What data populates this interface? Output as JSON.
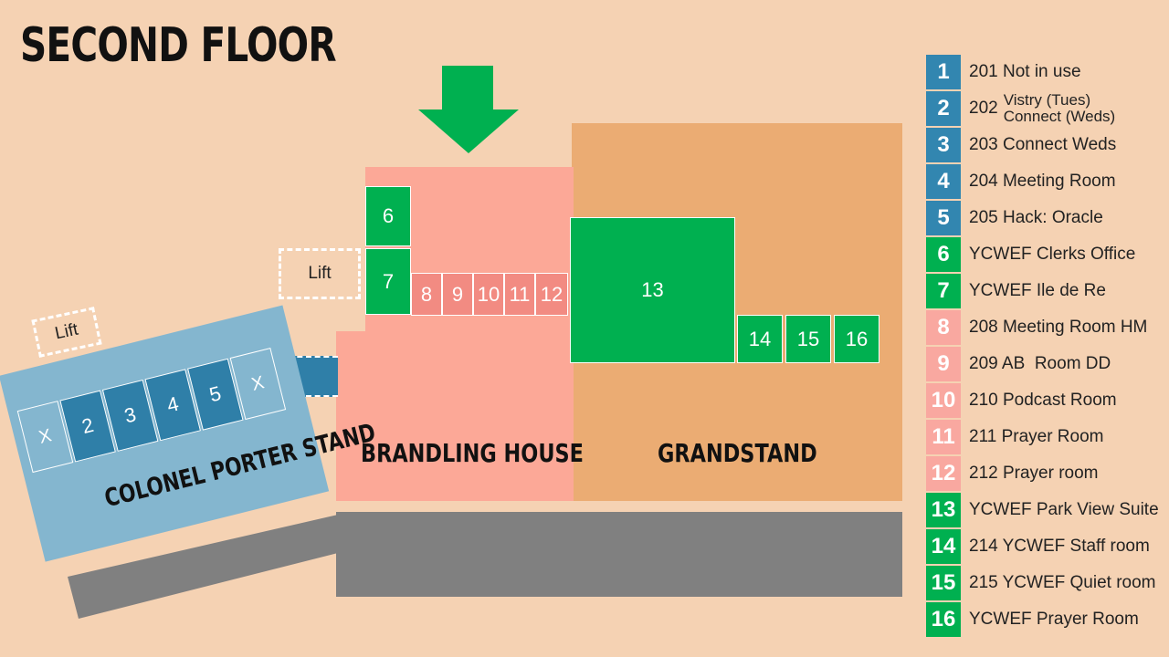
{
  "title": "SECOND FLOOR",
  "colors": {
    "background": "#f5d2b3",
    "brandling": "#fca897",
    "grandstand": "#ebac73",
    "colonel_porter": "#84b6cf",
    "road": "#808080",
    "green": "#00b050",
    "salmon": "#f28b82",
    "blue": "#2f7fa8",
    "legend_salmon": "#f9a8a0",
    "legend_blue": "#3286b0"
  },
  "buildings": {
    "brandling": "BRANDLING HOUSE",
    "grandstand": "GRANDSTAND",
    "colonel_porter": "COLONEL PORTER STAND"
  },
  "lift_label": "Lift",
  "entrance_arrow": "down-arrow-icon",
  "rooms": {
    "r6": "6",
    "r7": "7",
    "r8": "8",
    "r9": "9",
    "r10": "10",
    "r11": "11",
    "r12": "12",
    "r13": "13",
    "r14": "14",
    "r15": "15",
    "r16": "16",
    "cp_x1": "X",
    "cp_2": "2",
    "cp_3": "3",
    "cp_4": "4",
    "cp_5": "5",
    "cp_x2": "X"
  },
  "legend": [
    {
      "num": "1",
      "color": "blue",
      "text": "201 Not in use"
    },
    {
      "num": "2",
      "color": "blue",
      "text": "202",
      "text_line1": "Vistry (Tues)",
      "text_line2": "Connect (Weds)"
    },
    {
      "num": "3",
      "color": "blue",
      "text": "203 Connect Weds"
    },
    {
      "num": "4",
      "color": "blue",
      "text": "204 Meeting Room"
    },
    {
      "num": "5",
      "color": "blue",
      "text": "205 Hack: Oracle"
    },
    {
      "num": "6",
      "color": "green",
      "text": "YCWEF Clerks Office"
    },
    {
      "num": "7",
      "color": "green",
      "text": "YCWEF Ile de Re"
    },
    {
      "num": "8",
      "color": "salmon",
      "text": "208 Meeting Room HM"
    },
    {
      "num": "9",
      "color": "salmon",
      "text": "209 AB  Room DD"
    },
    {
      "num": "10",
      "color": "salmon",
      "text": "210 Podcast Room"
    },
    {
      "num": "11",
      "color": "salmon",
      "text": "211 Prayer Room"
    },
    {
      "num": "12",
      "color": "salmon",
      "text": "212 Prayer room"
    },
    {
      "num": "13",
      "color": "green",
      "text": "YCWEF Park View Suite"
    },
    {
      "num": "14",
      "color": "green",
      "text": "214 YCWEF Staff room"
    },
    {
      "num": "15",
      "color": "green",
      "text": "215 YCWEF Quiet room"
    },
    {
      "num": "16",
      "color": "green",
      "text": "YCWEF Prayer Room"
    }
  ]
}
